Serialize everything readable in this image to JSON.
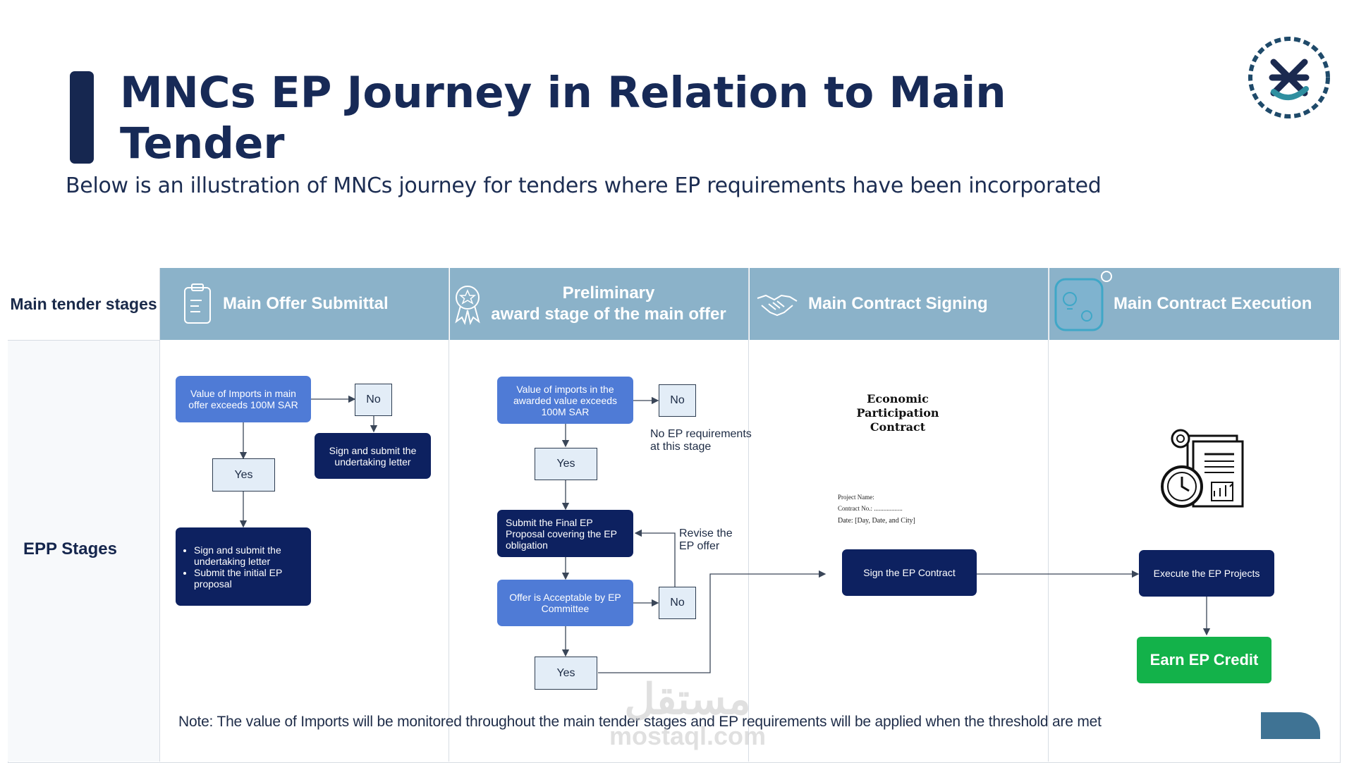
{
  "header": {
    "title": "MNCs EP Journey in Relation to Main Tender",
    "subtitle": "Below is an illustration of MNCs journey for tenders where EP requirements have been incorporated"
  },
  "table": {
    "row_header": "Main tender stages",
    "row_label": "EPP Stages",
    "stages": [
      {
        "label": "Main Offer Submittal",
        "icon": "clipboard-icon"
      },
      {
        "label_line1": "Preliminary",
        "label_line2": "award stage of the main offer",
        "icon": "award-ribbon-icon"
      },
      {
        "label": "Main Contract Signing",
        "icon": "handshake-icon"
      },
      {
        "label": "Main Contract Execution",
        "icon": "ideas-gear-icon"
      }
    ]
  },
  "stage1": {
    "decision": "Value of Imports in main offer exceeds 100M SAR",
    "no": "No",
    "yes": "Yes",
    "no_action": "Sign and submit the undertaking letter",
    "yes_actions": [
      "Sign and submit the undertaking letter",
      "Submit the initial EP proposal"
    ]
  },
  "stage2": {
    "decision": "Value of imports in the awarded value exceeds 100M SAR",
    "no": "No",
    "no_note": "No EP requirements at this stage",
    "yes": "Yes",
    "submit": "Submit the Final EP Proposal covering the EP obligation",
    "revise": "Revise the EP offer",
    "acceptable": "Offer is Acceptable by EP Committee",
    "no2": "No",
    "yes2": "Yes"
  },
  "stage3": {
    "doc_title": "Economic Participation Contract",
    "doc_project": "Project Name:",
    "doc_contract": "Contract No.: ..................",
    "doc_date": "Date: [Day, Date, and City]",
    "action": "Sign  the EP Contract"
  },
  "stage4": {
    "action": "Execute the EP Projects",
    "result": "Earn EP Credit"
  },
  "note": "Note: The value of Imports will be monitored throughout the main tender stages and EP requirements will be applied when the threshold are met",
  "watermark": {
    "line1": "مستقل",
    "line2": "mostaql.com"
  },
  "colors": {
    "title": "#172a57",
    "header_band": "#8bb2c9",
    "light_box": "#4f7bd6",
    "dark_box": "#0d2160",
    "pale_box": "#e3edf7",
    "green": "#13b24a"
  }
}
